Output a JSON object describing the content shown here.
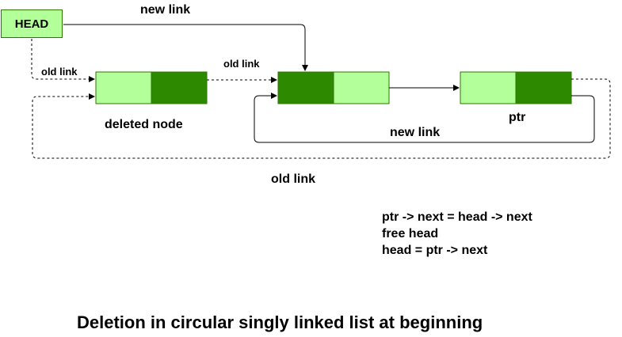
{
  "head": {
    "label": "HEAD"
  },
  "labels": {
    "new_link_top": "new link",
    "old_link_head": "old link",
    "old_link_mid": "old link",
    "deleted_node": "deleted node",
    "ptr": "ptr",
    "new_link_bottom": "new link",
    "old_link_bottom": "old link"
  },
  "code": {
    "line1": "ptr -> next = head -> next",
    "line2": "free head",
    "line3": "head = ptr -> next"
  },
  "title": "Deletion in circular singly linked list at beginning",
  "colors": {
    "light_green": "#b3ff99",
    "dark_green": "#2d8a00",
    "border": "#2d7600",
    "line": "#000000"
  }
}
